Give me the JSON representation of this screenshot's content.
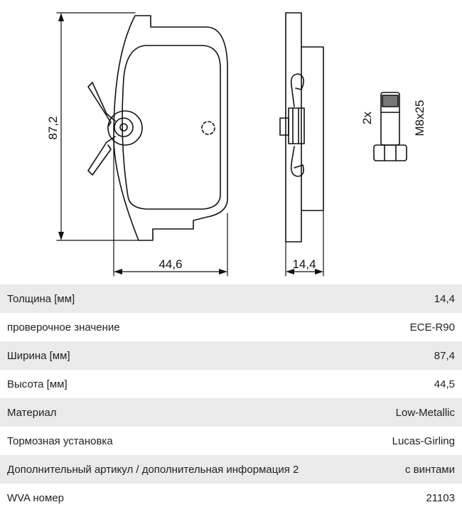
{
  "drawing": {
    "dim_height": "87,2",
    "dim_width": "44,6",
    "dim_thickness": "14,4",
    "screw_qty": "2x",
    "screw_size": "M8x25"
  },
  "specs": [
    {
      "label": "Толщина [мм]",
      "value": "14,4"
    },
    {
      "label": "проверочное значение",
      "value": "ECE-R90"
    },
    {
      "label": "Ширина [мм]",
      "value": "87,4"
    },
    {
      "label": "Высота [мм]",
      "value": "44,5"
    },
    {
      "label": "Материал",
      "value": "Low-Metallic"
    },
    {
      "label": "Тормозная установка",
      "value": "Lucas-Girling"
    },
    {
      "label": "Дополнительный артикул / дополнительная информация 2",
      "value": "с винтами"
    },
    {
      "label": "WVA номер",
      "value": "21103"
    }
  ]
}
